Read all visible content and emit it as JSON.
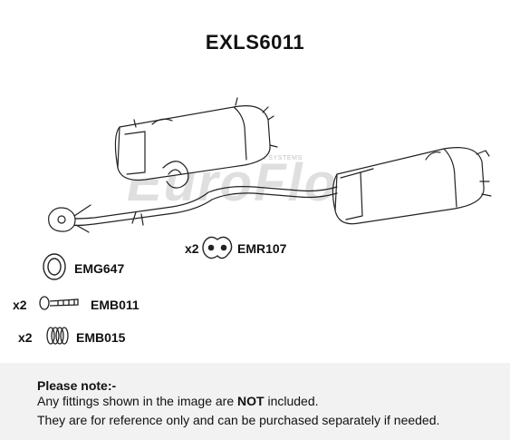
{
  "title": "EXLS6011",
  "watermark": {
    "brand": "EuroFlo",
    "tagline": "EUROPEAN EMISSION SYSTEMS"
  },
  "parts": [
    {
      "code": "EMR107",
      "qty": "x2",
      "icon": "rubber-hanger-icon"
    },
    {
      "code": "EMG647",
      "qty": "",
      "icon": "gasket-ring-icon"
    },
    {
      "code": "EMB011",
      "qty": "x2",
      "icon": "bolt-icon"
    },
    {
      "code": "EMB015",
      "qty": "x2",
      "icon": "spring-icon"
    }
  ],
  "note": {
    "heading": "Please note:-",
    "line1_before": "Any fittings shown in the image are ",
    "line1_bold": "NOT",
    "line1_after": " included.",
    "line2": "They are for reference only and can be purchased separately if needed."
  }
}
